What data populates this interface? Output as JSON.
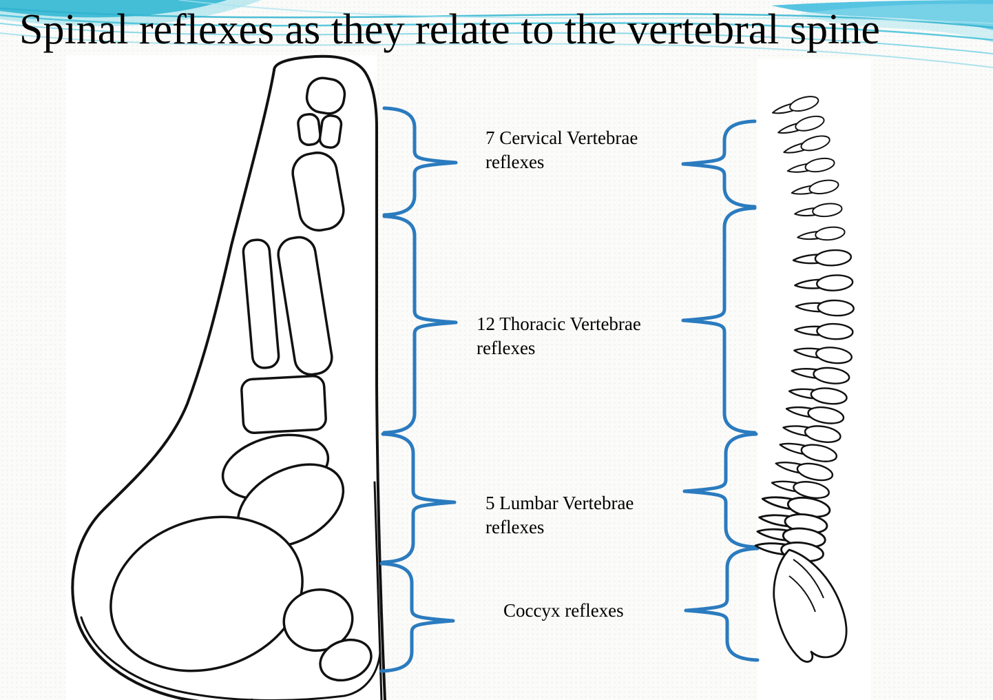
{
  "slide": {
    "title": "Spinal reflexes as they relate to the vertebral spine",
    "labels": [
      {
        "text": "7 Cervical Vertebrae reflexes"
      },
      {
        "text": "12 Thoracic Vertebrae reflexes"
      },
      {
        "text": "5 Lumbar Vertebrae reflexes"
      },
      {
        "text": "Coccyx reflexes"
      }
    ],
    "figures": {
      "left": "foot-side-profile-with-bones",
      "right": "vertebral-column-side-view"
    },
    "colors": {
      "brace": "#2b7bbf",
      "wave": "#3cbcd6",
      "text": "#000000",
      "line_art": "#111111"
    }
  }
}
